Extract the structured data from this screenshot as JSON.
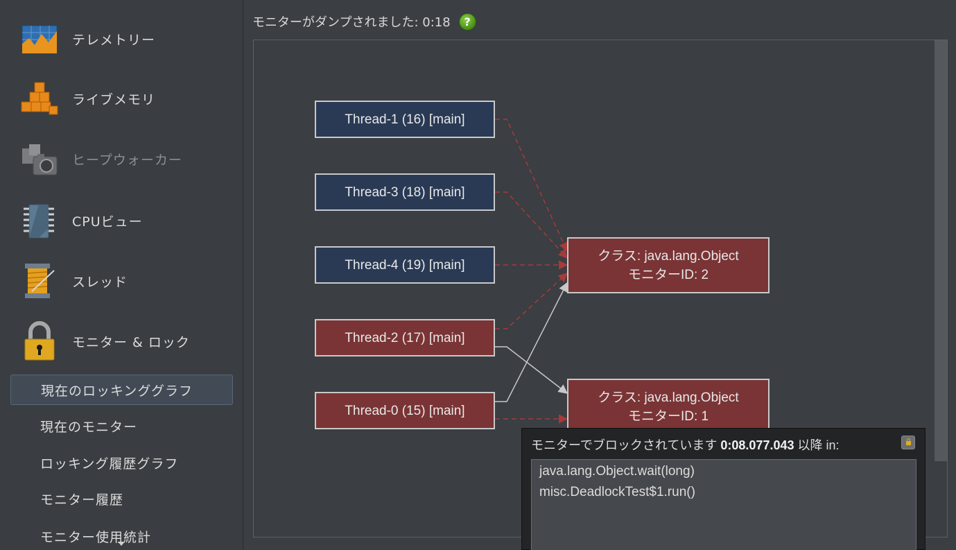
{
  "sidebar": {
    "items": [
      {
        "label": "テレメトリー",
        "icon": "telemetry-icon"
      },
      {
        "label": "ライブメモリ",
        "icon": "live-memory-icon"
      },
      {
        "label": "ヒープウォーカー",
        "icon": "heap-walker-icon",
        "disabled": true
      },
      {
        "label": "CPUビュー",
        "icon": "cpu-chip-icon"
      },
      {
        "label": "スレッド",
        "icon": "thread-spool-icon"
      },
      {
        "label": "モニター & ロック",
        "icon": "padlock-icon"
      }
    ],
    "subitems": [
      {
        "label": "現在のロッキンググラフ",
        "selected": true
      },
      {
        "label": "現在のモニター"
      },
      {
        "label": "ロッキング履歴グラフ"
      },
      {
        "label": "モニター履歴"
      },
      {
        "label": "モニター使用統計"
      }
    ]
  },
  "header": {
    "title": "モニターがダンプされました: 0:18",
    "help": "?"
  },
  "graph": {
    "threads": [
      {
        "label": "Thread-1 (16) [main]",
        "state": "waiting"
      },
      {
        "label": "Thread-3 (18) [main]",
        "state": "waiting"
      },
      {
        "label": "Thread-4 (19) [main]",
        "state": "waiting"
      },
      {
        "label": "Thread-2 (17) [main]",
        "state": "blocked"
      },
      {
        "label": "Thread-0 (15) [main]",
        "state": "blocked"
      }
    ],
    "monitors": [
      {
        "line1": "クラス: java.lang.Object",
        "line2": "モニターID: 2"
      },
      {
        "line1": "クラス: java.lang.Object",
        "line2": "モニターID: 1"
      }
    ],
    "colors": {
      "waiting_thread": "#2a3a55",
      "blocked_node": "#7a3435",
      "wait_edge": "#a83a3a",
      "owns_edge": "#c8c8c8"
    }
  },
  "tooltip": {
    "prefix": "モニターでブロックされています ",
    "time": "0:08.077.043",
    "suffix": " 以降 in:",
    "stack": [
      "java.lang.Object.wait(long)",
      "misc.DeadlockTest$1.run()"
    ]
  }
}
